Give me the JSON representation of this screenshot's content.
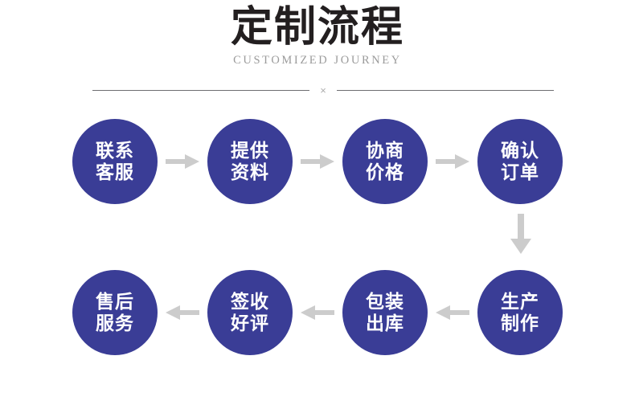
{
  "header": {
    "title": "定制流程",
    "subtitle": "CUSTOMIZED JOURNEY",
    "divider_mark": "×"
  },
  "colors": {
    "node_fill": "#3a3d96",
    "node_text": "#ffffff",
    "title_text": "#231f20",
    "subtitle_text": "#9b9b9b",
    "divider_line": "#6d6e71",
    "divider_mark": "#aeaeae",
    "arrow": "#cccccc",
    "background": "#ffffff"
  },
  "flow": {
    "row_top": {
      "direction": "right",
      "nodes": [
        {
          "line1": "联系",
          "line2": "客服"
        },
        {
          "line1": "提供",
          "line2": "资料"
        },
        {
          "line1": "协商",
          "line2": "价格"
        },
        {
          "line1": "确认",
          "line2": "订单"
        }
      ],
      "arrows": [
        "arrow-right-icon",
        "arrow-right-icon",
        "arrow-right-icon"
      ]
    },
    "connector": {
      "icon": "arrow-down-icon",
      "direction": "down"
    },
    "row_bottom": {
      "direction": "left",
      "nodes": [
        {
          "line1": "售后",
          "line2": "服务"
        },
        {
          "line1": "签收",
          "line2": "好评"
        },
        {
          "line1": "包装",
          "line2": "出库"
        },
        {
          "line1": "生产",
          "line2": "制作"
        }
      ],
      "arrows": [
        "arrow-left-icon",
        "arrow-left-icon",
        "arrow-left-icon"
      ]
    }
  }
}
